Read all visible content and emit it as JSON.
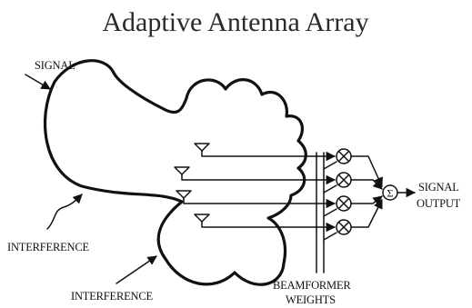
{
  "title": "Adaptive Antenna Array",
  "labels": {
    "signal": "SIGNAL",
    "interference_left": "INTERFERENCE",
    "interference_bottom": "INTERFERENCE",
    "beamformer_line1": "BEAMFORMER",
    "beamformer_line2": "WEIGHTS",
    "output_line1": "SIGNAL",
    "output_line2": "OUTPUT",
    "summer_symbol": "Σ"
  },
  "colors": {
    "ink": "#111111",
    "title": "#2a2a2a",
    "background": "#ffffff"
  }
}
